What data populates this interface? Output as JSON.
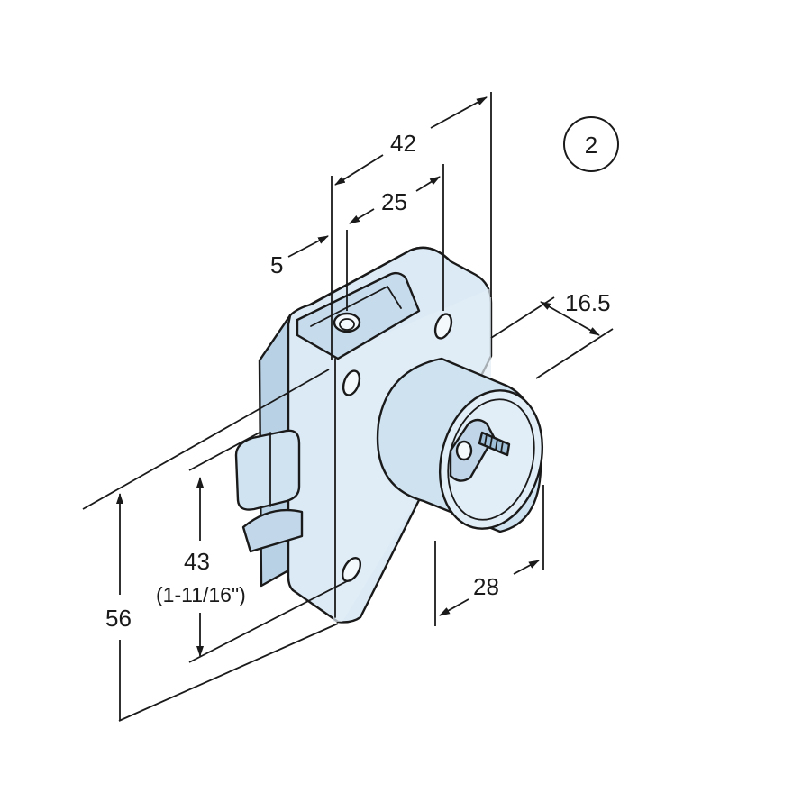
{
  "badge": {
    "number": "2"
  },
  "dimensions": {
    "width_overall": "42",
    "hole_spacing": "25",
    "hole_offset": "5",
    "cylinder_projection": "16.5",
    "cylinder_diameter": "28",
    "height_inner": "43",
    "height_inner_imperial": "(1-11/16\")",
    "height_overall": "56"
  },
  "colors": {
    "fill_light": "#dbeaf5",
    "fill_mid": "#c9dded",
    "fill_dark": "#b5cfe3",
    "stroke": "#1a1a1a"
  }
}
